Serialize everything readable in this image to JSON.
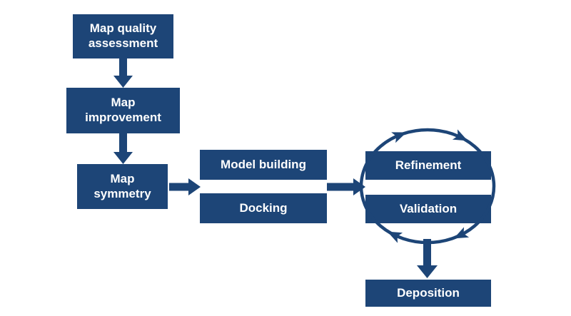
{
  "background_color": "#ffffff",
  "colors": {
    "box_fill": "#1d4577",
    "arrow": "#1d4577",
    "label_text": "#ffffff"
  },
  "nodes": {
    "map_quality": {
      "label": "Map quality\nassessment"
    },
    "map_improvement": {
      "label": "Map\nimprovement"
    },
    "map_symmetry": {
      "label": "Map\nsymmetry"
    },
    "model_building": {
      "label": "Model building"
    },
    "docking": {
      "label": "Docking"
    },
    "refinement": {
      "label": "Refinement"
    },
    "validation": {
      "label": "Validation"
    },
    "deposition": {
      "label": "Deposition"
    }
  },
  "edges": [
    {
      "from": "map_quality",
      "to": "map_improvement",
      "type": "arrow-down"
    },
    {
      "from": "map_improvement",
      "to": "map_symmetry",
      "type": "arrow-down"
    },
    {
      "from": "map_symmetry",
      "to": "model_building_and_docking",
      "type": "arrow-right"
    },
    {
      "from": "model_building_and_docking",
      "to": "refinement_and_validation",
      "type": "arrow-right"
    },
    {
      "from": "refinement_and_validation",
      "to": "deposition",
      "type": "arrow-down"
    },
    {
      "from": "refinement",
      "to": "validation",
      "type": "cycle",
      "direction": "clockwise"
    }
  ]
}
